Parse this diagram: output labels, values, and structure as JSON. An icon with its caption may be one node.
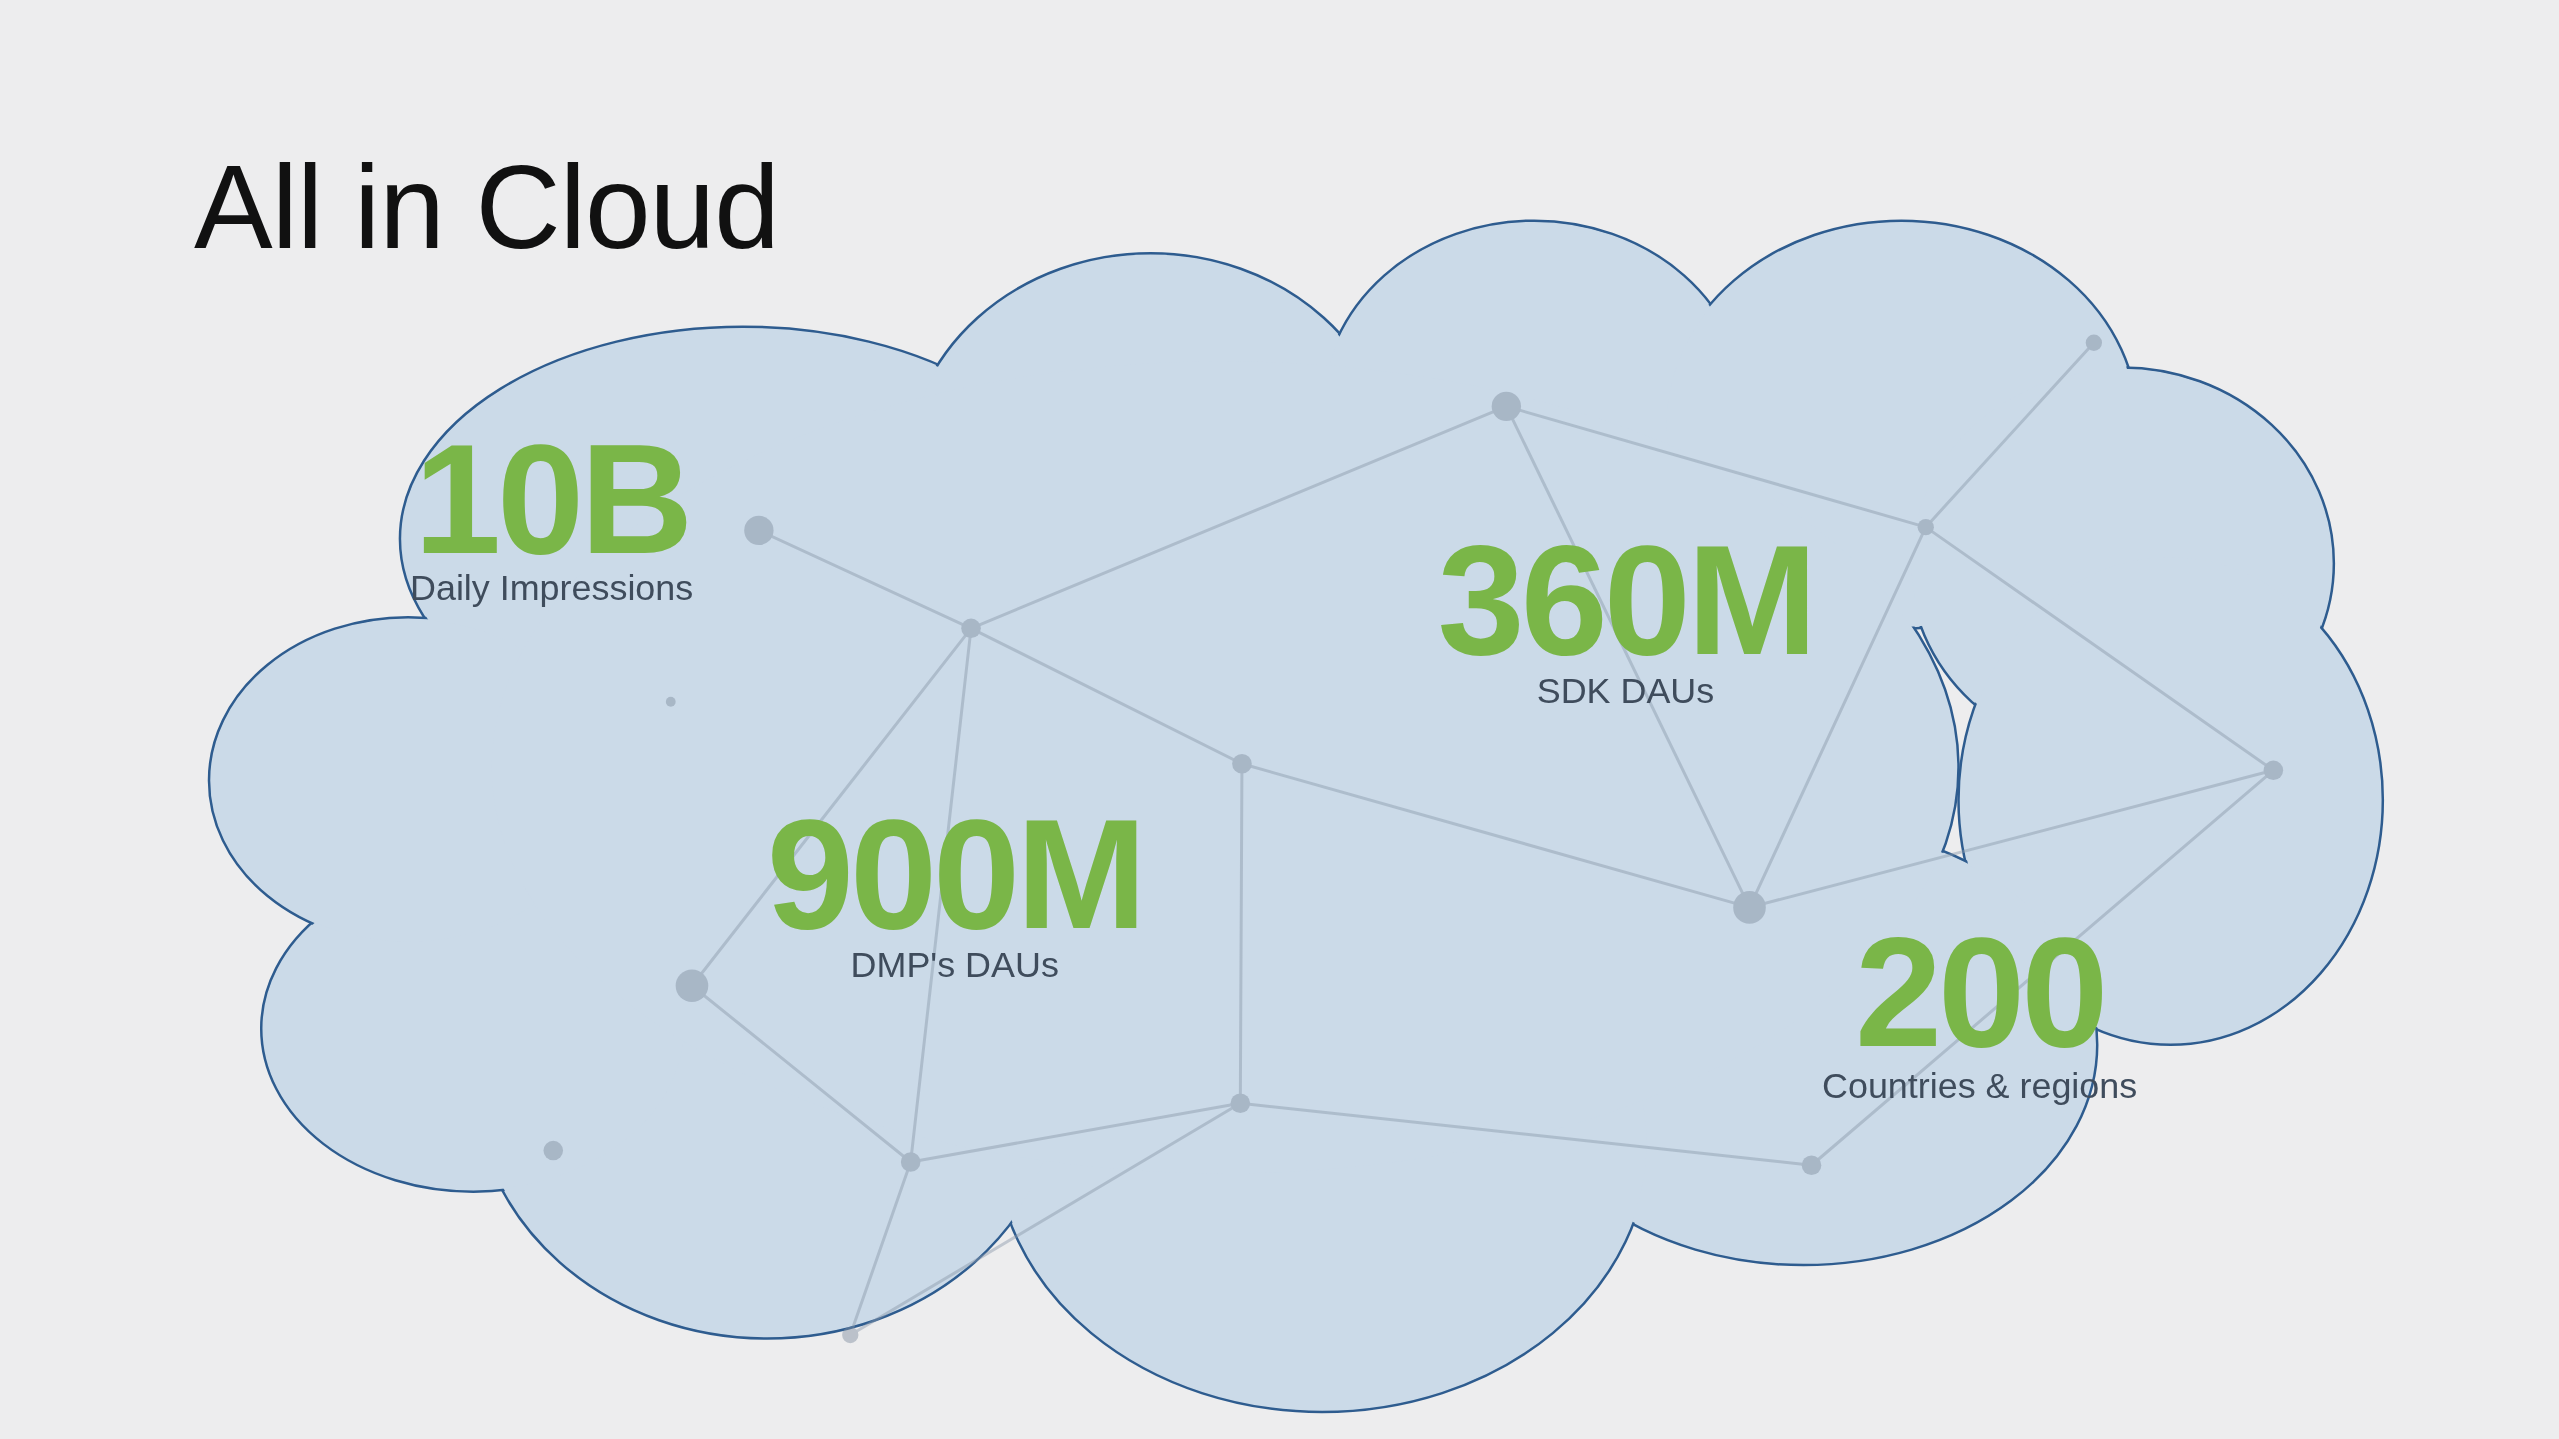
{
  "diagram": {
    "title": "All in Cloud",
    "nodes": [
      {
        "text": [
          "10B",
          "Daily Impressions",
          "360M",
          "SDK DAUs",
          "900M",
          "DMP's DAUs",
          "200",
          "Countries & regions"
        ]
      }
    ]
  }
}
